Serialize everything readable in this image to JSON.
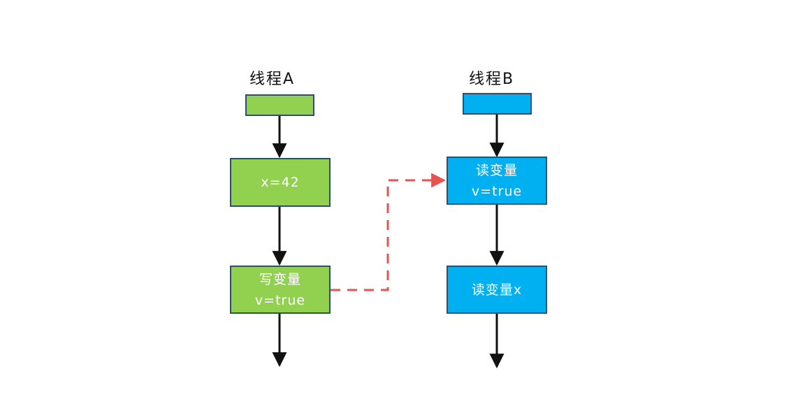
{
  "thread_a": {
    "title": "线程A",
    "nodes": [
      {
        "lines": [
          "x=42"
        ]
      },
      {
        "lines": [
          "写变量",
          "v=true"
        ]
      }
    ]
  },
  "thread_b": {
    "title": "线程B",
    "nodes": [
      {
        "lines": [
          "读变量",
          "v=true"
        ]
      },
      {
        "lines": [
          "读变量x"
        ]
      }
    ]
  },
  "colors": {
    "thread_a_fill": "#92d050",
    "thread_b_fill": "#00b0f0",
    "box_border": "#2c4f6e",
    "arrow": "#111111",
    "sync_arrow": "#e8534f"
  }
}
